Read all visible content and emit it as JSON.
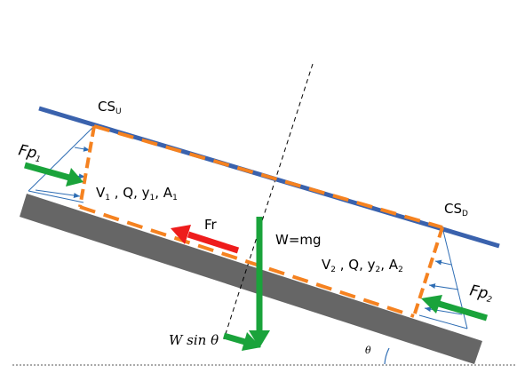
{
  "labels": {
    "cs_upstream": "CS",
    "cs_upstream_sub": "U",
    "cs_downstream": "CS",
    "cs_downstream_sub": "D",
    "fp1": "Fp",
    "fp1_sub": "1",
    "fp2": "Fp",
    "fp2_sub": "2",
    "state1_v": "V",
    "state1_v_sub": "1",
    "state1_rest": " , Q, y",
    "state1_y_sub": "1",
    "state1_a": ", A",
    "state1_a_sub": "1",
    "state2_v": "V",
    "state2_v_sub": "2",
    "state2_rest": " , Q, y",
    "state2_y_sub": "2",
    "state2_a": ", A",
    "state2_a_sub": "2",
    "friction": "Fr",
    "weight": "W=mg",
    "weight_component": "W sin θ",
    "angle": "θ"
  },
  "colors": {
    "channel_bed": "#666666",
    "water_surface": "#3a62ad",
    "control_volume": "#f58220",
    "pressure_force": "#1aa33b",
    "weight_force": "#1aa33b",
    "friction_force": "#ee1c1c",
    "pressure_diagram": "#2e6db4",
    "datum": "#555555"
  }
}
